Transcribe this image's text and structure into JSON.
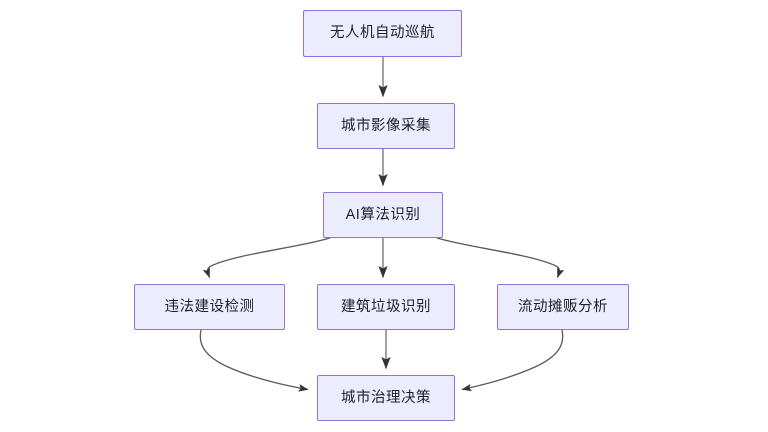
{
  "diagram": {
    "title": "",
    "type": "flowchart",
    "direction": "top-down",
    "colors": {
      "node_fill": "#ECECFF",
      "node_border": "#9370DB",
      "node_text": "#1f1f28",
      "edge_line": "#707070",
      "arrow_head": "#333333",
      "background": "#ffffff"
    },
    "nodes": [
      {
        "id": "drone",
        "label": "无人机自动巡航"
      },
      {
        "id": "capture",
        "label": "城市影像采集"
      },
      {
        "id": "ai",
        "label": "AI算法识别"
      },
      {
        "id": "illegal",
        "label": "违法建设检测"
      },
      {
        "id": "debris",
        "label": "建筑垃圾识别"
      },
      {
        "id": "vendor",
        "label": "流动摊贩分析"
      },
      {
        "id": "decision",
        "label": "城市治理决策"
      }
    ],
    "edges": [
      {
        "from": "drone",
        "to": "capture",
        "label": "",
        "style": "straight"
      },
      {
        "from": "capture",
        "to": "ai",
        "label": "",
        "style": "straight"
      },
      {
        "from": "ai",
        "to": "illegal",
        "label": "",
        "style": "curved"
      },
      {
        "from": "ai",
        "to": "debris",
        "label": "",
        "style": "straight"
      },
      {
        "from": "ai",
        "to": "vendor",
        "label": "",
        "style": "curved"
      },
      {
        "from": "illegal",
        "to": "decision",
        "label": "",
        "style": "curved"
      },
      {
        "from": "debris",
        "to": "decision",
        "label": "",
        "style": "straight"
      },
      {
        "from": "vendor",
        "to": "decision",
        "label": "",
        "style": "curved"
      }
    ]
  }
}
